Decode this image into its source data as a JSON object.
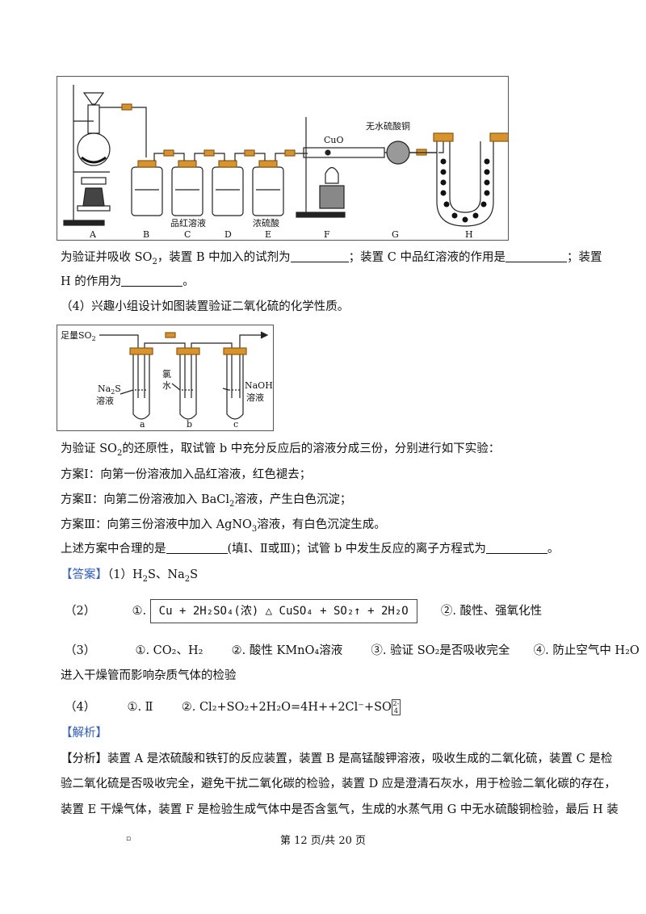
{
  "fig1": {
    "labels": {
      "cuo": "CuO",
      "anhydrous": "无水硫酸铜",
      "pinhong": "品红溶液",
      "conc": "浓硫酸"
    },
    "letters": [
      "A",
      "B",
      "C",
      "D",
      "E",
      "F",
      "G",
      "H"
    ]
  },
  "q3": {
    "line1_pre": "为验证并吸收  SO",
    "line1_sub": "2",
    "line1_mid": "，装置  B 中加入的试剂为",
    "line1_mid2": "；装置  C 中品红溶液的作用是",
    "line1_end": "；装置",
    "line2_pre": "H 的作用为",
    "line2_end": "。"
  },
  "q4": {
    "title": "（4）兴趣小组设计如图装置验证二氧化硫的化学性质。",
    "intro_pre": "为验证  SO",
    "intro_sub": "2",
    "intro_post": "的还原性，取试管  b 中充分反应后的溶液分成三份，分别进行如下实验：",
    "plan1": "方案Ⅰ：向第一份溶液加入品红溶液，红色褪去；",
    "plan2_pre": "方案Ⅱ：向第二份溶液加入  BaCl",
    "plan2_sub": "2",
    "plan2_post": "溶液，产生白色沉淀；",
    "plan3_pre": "方案Ⅲ：向第三份溶液中加入  AgNO",
    "plan3_sub": "3",
    "plan3_post": "溶液，有白色沉淀生成。",
    "ask_pre": "上述方案中合理的是",
    "ask_mid": "(填Ⅰ、Ⅱ或Ⅲ)；试管  b 中发生反应的离子方程式为",
    "ask_end": "。"
  },
  "fig2": {
    "sup_label": "足量SO",
    "sup_sub": "2",
    "na2s": "Na",
    "na2s_sub": "2",
    "na2s_s": "S",
    "na2s_2": "溶液",
    "cl1": "氯",
    "cl2": "水",
    "naoh": "NaOH",
    "naoh_2": "溶液",
    "letters": [
      "a",
      "b",
      "c"
    ]
  },
  "answer": {
    "tag": "【答案】",
    "a1_pre": "（1）H",
    "a1_sub1": "2",
    "a1_mid": "S、Na",
    "a1_sub2": "2",
    "a1_end": "S",
    "a2_num": "（2）",
    "a2_c1": "①.",
    "a2_formula": "Cu + 2H₂SO₄(浓) △ CuSO₄ + SO₂↑ + 2H₂O",
    "a2_c2": "②. 酸性、强氧化性",
    "a3_num": "（3）",
    "a3_c1": "①. CO₂、H₂",
    "a3_c2": "②. 酸性  KMnO₄溶液",
    "a3_c3": "③. 验证  SO₂是否吸收完全",
    "a3_c4": "④. 防止空气中  H₂O",
    "a3_line2": "进入干燥管而影响杂质气体的检验",
    "a4_num": "（4）",
    "a4_c1": "①. Ⅱ",
    "a4_c2": "②. Cl₂+SO₂+2H₂O=4H++2Cl⁻+SO",
    "a4_box_top": "2-",
    "a4_box_bot": "4"
  },
  "analysis": {
    "tag": "【解析】",
    "p1": "【分析】装置 A 是浓硫酸和铁钉的反应装置，装置 B 是高锰酸钾溶液，吸收生成的二氧化硫，装置 C 是检",
    "p2": "验二氧化硫是否吸收完全，避免干扰二氧化碳的检验，装置 D 应是澄清石灰水，用于检验二氧化碳的存在，",
    "p3": "装置  E 干燥气体，装置  F 是检验生成气体中是否含氢气，生成的水蒸气用  G 中无水硫酸铜检验，最后  H 装"
  },
  "footer": {
    "mark": "▫",
    "page": "第  12 页/共  20 页"
  }
}
